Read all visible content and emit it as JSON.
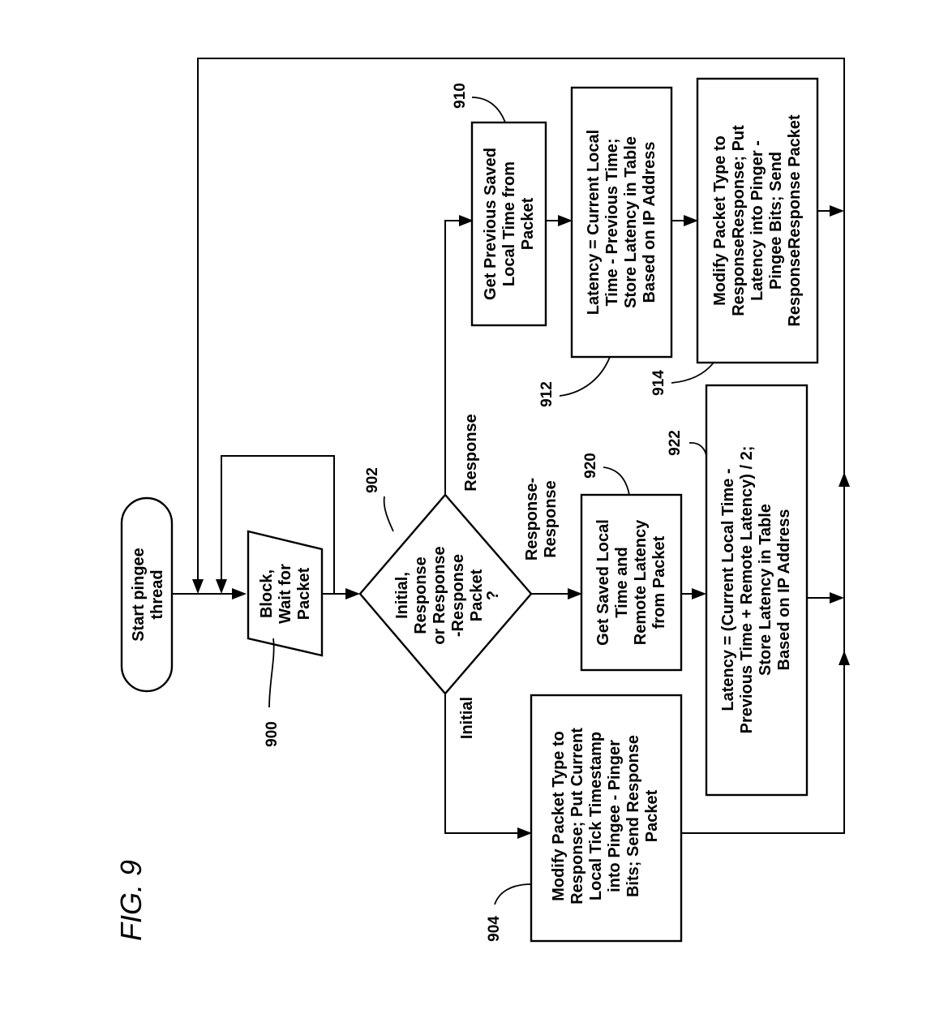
{
  "figure": {
    "label": "FIG. 9"
  },
  "nodes": {
    "start": {
      "ref": "",
      "lines": [
        "Start pingee",
        "thread"
      ]
    },
    "block_wait": {
      "ref": "900",
      "lines": [
        "Block,",
        "Wait for",
        "Packet"
      ]
    },
    "decision": {
      "ref": "902",
      "lines": [
        "Initial,",
        "Response",
        "or Response",
        "-Response",
        "Packet",
        "?"
      ]
    },
    "modify_response": {
      "ref": "904",
      "lines": [
        "Modify Packet Type to",
        "Response; Put Current",
        "Local Tick Timestamp",
        "into Pingee - Pinger",
        "Bits; Send Response",
        "Packet"
      ]
    },
    "get_previous": {
      "ref": "910",
      "lines": [
        "Get Previous Saved",
        "Local Time from",
        "Packet"
      ]
    },
    "latency_response": {
      "ref": "912",
      "lines": [
        "Latency = Current Local",
        "Time -  Previous Time;",
        "Store Latency in Table",
        "Based on IP Address"
      ]
    },
    "modify_response_response": {
      "ref": "914",
      "lines": [
        "Modify Packet Type to",
        "ResponseResponse; Put",
        "Latency into Pinger -",
        "Pingee Bits; Send",
        "ResponseResponse Packet"
      ]
    },
    "get_saved": {
      "ref": "920",
      "lines": [
        "Get Saved Local",
        "Time and",
        "Remote Latency",
        "from Packet"
      ]
    },
    "latency_response_response": {
      "ref": "922",
      "lines": [
        "Latency = (Current Local Time -",
        "Previous Time + Remote Latency) / 2;",
        "Store Latency in Table",
        "Based on IP Address"
      ]
    }
  },
  "branches": {
    "initial": "Initial",
    "response": "Response",
    "response_response": [
      "Response-",
      "Response"
    ]
  }
}
